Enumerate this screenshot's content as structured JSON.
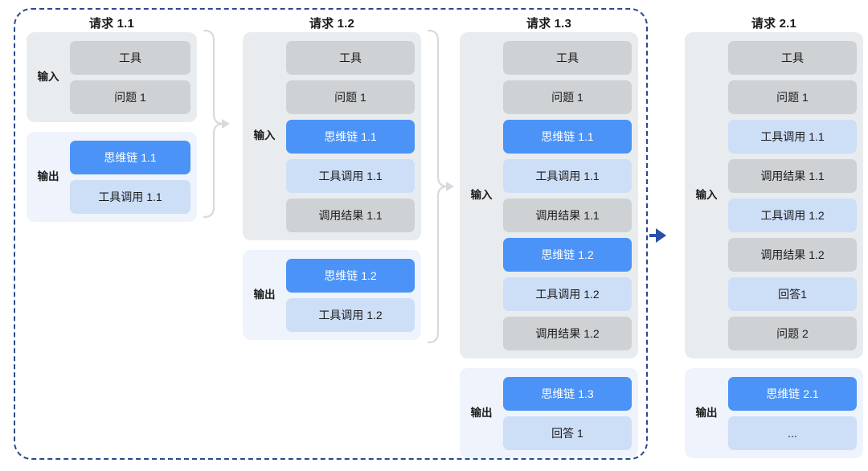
{
  "diagram": {
    "title_hidden": "",
    "colors": {
      "dashed_border": "#2a4a8c",
      "input_panel_bg": "#e9ecef",
      "output_panel_bg": "#eef3fc",
      "gray_box": "#cfd2d4",
      "blue_box": "#4b93f7",
      "lightblue_box": "#cddef7",
      "bracket": "#d8dadd",
      "arrow": "#2a4a8c"
    },
    "labels": {
      "input": "输入",
      "output": "输出"
    }
  },
  "columns": [
    {
      "id": "request-1-1",
      "title": "请求 1.1",
      "input": {
        "label": "输入",
        "rows": [
          {
            "text": "工具",
            "style": "gray"
          },
          {
            "text": "问题 1",
            "style": "gray"
          }
        ]
      },
      "output": {
        "label": "输出",
        "rows": [
          {
            "text": "思维链 1.1",
            "style": "blue"
          },
          {
            "text": "工具调用 1.1",
            "style": "lightblue"
          }
        ]
      }
    },
    {
      "id": "request-1-2",
      "title": "请求 1.2",
      "input": {
        "label": "输入",
        "rows": [
          {
            "text": "工具",
            "style": "gray"
          },
          {
            "text": "问题 1",
            "style": "gray"
          },
          {
            "text": "思维链 1.1",
            "style": "blue"
          },
          {
            "text": "工具调用 1.1",
            "style": "lightblue"
          },
          {
            "text": "调用结果 1.1",
            "style": "gray"
          }
        ]
      },
      "output": {
        "label": "输出",
        "rows": [
          {
            "text": "思维链 1.2",
            "style": "blue"
          },
          {
            "text": "工具调用 1.2",
            "style": "lightblue"
          }
        ]
      }
    },
    {
      "id": "request-1-3",
      "title": "请求 1.3",
      "input": {
        "label": "输入",
        "rows": [
          {
            "text": "工具",
            "style": "gray"
          },
          {
            "text": "问题 1",
            "style": "gray"
          },
          {
            "text": "思维链 1.1",
            "style": "blue"
          },
          {
            "text": "工具调用 1.1",
            "style": "lightblue"
          },
          {
            "text": "调用结果 1.1",
            "style": "gray"
          },
          {
            "text": "思维链 1.2",
            "style": "blue"
          },
          {
            "text": "工具调用 1.2",
            "style": "lightblue"
          },
          {
            "text": "调用结果 1.2",
            "style": "gray"
          }
        ]
      },
      "output": {
        "label": "输出",
        "rows": [
          {
            "text": "思维链 1.3",
            "style": "blue"
          },
          {
            "text": "回答 1",
            "style": "lightblue"
          }
        ]
      }
    },
    {
      "id": "request-2-1",
      "title": "请求 2.1",
      "input": {
        "label": "输入",
        "rows": [
          {
            "text": "工具",
            "style": "gray"
          },
          {
            "text": "问题 1",
            "style": "gray"
          },
          {
            "text": "工具调用 1.1",
            "style": "lightblue"
          },
          {
            "text": "调用结果 1.1",
            "style": "gray"
          },
          {
            "text": "工具调用 1.2",
            "style": "lightblue"
          },
          {
            "text": "调用结果 1.2",
            "style": "gray"
          },
          {
            "text": "回答1",
            "style": "lightblue"
          },
          {
            "text": "问题 2",
            "style": "gray"
          }
        ]
      },
      "output": {
        "label": "输出",
        "rows": [
          {
            "text": "思维链 2.1",
            "style": "blue"
          },
          {
            "text": "...",
            "style": "lightblue"
          }
        ]
      }
    }
  ]
}
